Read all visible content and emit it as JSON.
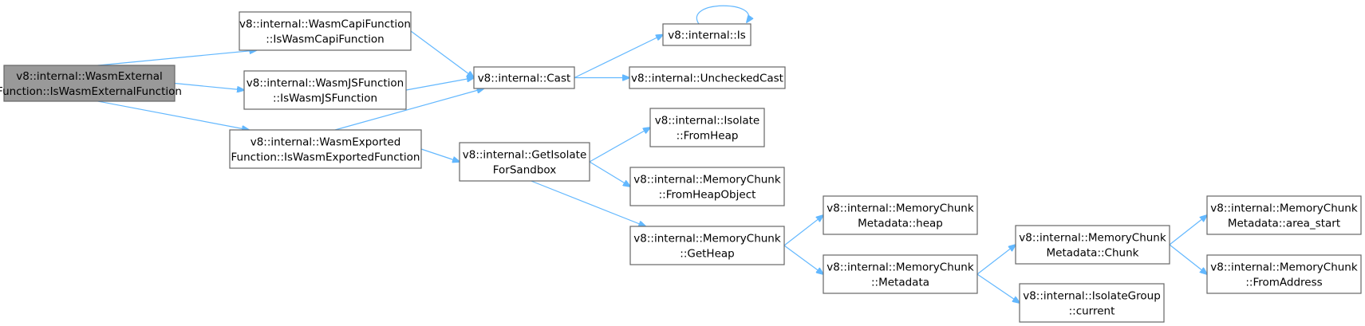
{
  "diagram": {
    "colors": {
      "edge": "#63b8ff",
      "node_border": "#666666",
      "root_fill": "#999999",
      "node_fill": "#ffffff"
    },
    "nodes": [
      {
        "id": "root",
        "lines": [
          "v8::internal::WasmExternal",
          "Function::IsWasmExternalFunction"
        ]
      },
      {
        "id": "capi",
        "lines": [
          "v8::internal::WasmCapiFunction",
          "::IsWasmCapiFunction"
        ]
      },
      {
        "id": "jsf",
        "lines": [
          "v8::internal::WasmJSFunction",
          "::IsWasmJSFunction"
        ]
      },
      {
        "id": "exported",
        "lines": [
          "v8::internal::WasmExported",
          "Function::IsWasmExportedFunction"
        ]
      },
      {
        "id": "cast",
        "lines": [
          "v8::internal::Cast"
        ]
      },
      {
        "id": "is",
        "lines": [
          "v8::internal::Is"
        ]
      },
      {
        "id": "unchecked",
        "lines": [
          "v8::internal::UncheckedCast"
        ]
      },
      {
        "id": "getisolate",
        "lines": [
          "v8::internal::GetIsolate",
          "ForSandbox"
        ]
      },
      {
        "id": "isofromheap",
        "lines": [
          "v8::internal::Isolate",
          "::FromHeap"
        ]
      },
      {
        "id": "fromheapobj",
        "lines": [
          "v8::internal::MemoryChunk",
          "::FromHeapObject"
        ]
      },
      {
        "id": "getheap",
        "lines": [
          "v8::internal::MemoryChunk",
          "::GetHeap"
        ]
      },
      {
        "id": "mdheap",
        "lines": [
          "v8::internal::MemoryChunk",
          "Metadata::heap"
        ]
      },
      {
        "id": "metadata",
        "lines": [
          "v8::internal::MemoryChunk",
          "::Metadata"
        ]
      },
      {
        "id": "mdchunk",
        "lines": [
          "v8::internal::MemoryChunk",
          "Metadata::Chunk"
        ]
      },
      {
        "id": "isogroup",
        "lines": [
          "v8::internal::IsolateGroup",
          "::current"
        ]
      },
      {
        "id": "areastart",
        "lines": [
          "v8::internal::MemoryChunk",
          "Metadata::area_start"
        ]
      },
      {
        "id": "fromaddr",
        "lines": [
          "v8::internal::MemoryChunk",
          "::FromAddress"
        ]
      }
    ],
    "edges": [
      [
        "root",
        "capi"
      ],
      [
        "root",
        "jsf"
      ],
      [
        "root",
        "exported"
      ],
      [
        "capi",
        "cast"
      ],
      [
        "jsf",
        "cast"
      ],
      [
        "exported",
        "cast"
      ],
      [
        "exported",
        "getisolate"
      ],
      [
        "cast",
        "is"
      ],
      [
        "cast",
        "unchecked"
      ],
      [
        "is",
        "is"
      ],
      [
        "getisolate",
        "isofromheap"
      ],
      [
        "getisolate",
        "fromheapobj"
      ],
      [
        "getisolate",
        "getheap"
      ],
      [
        "getheap",
        "mdheap"
      ],
      [
        "getheap",
        "metadata"
      ],
      [
        "metadata",
        "mdchunk"
      ],
      [
        "metadata",
        "isogroup"
      ],
      [
        "mdchunk",
        "areastart"
      ],
      [
        "mdchunk",
        "fromaddr"
      ]
    ]
  }
}
